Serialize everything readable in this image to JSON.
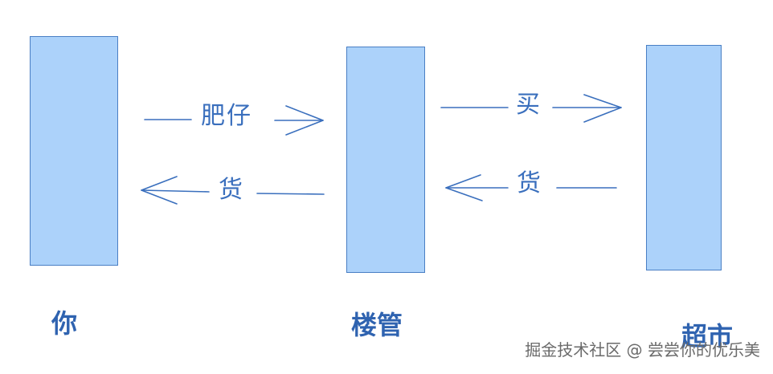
{
  "nodes": {
    "you": "你",
    "building_manager": "楼管",
    "supermarket": "超市"
  },
  "edges": {
    "you_to_manager": "肥仔",
    "manager_to_you": "货",
    "manager_to_market": "买",
    "market_to_manager": "货"
  },
  "watermark": "掘金技术社区 @ 尝尝你的优乐美",
  "colors": {
    "box_fill": "#acd2fa",
    "box_border": "#4a7fc4",
    "line": "#3a6fbd"
  }
}
